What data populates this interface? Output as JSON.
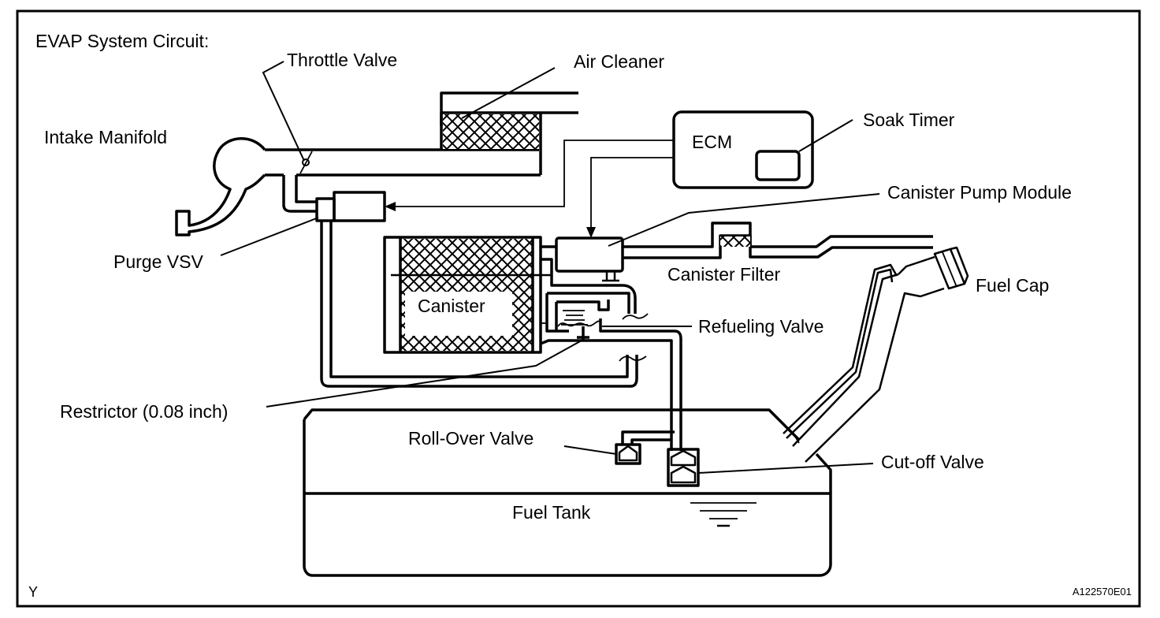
{
  "title": "EVAP System Circuit:",
  "labels": {
    "throttle_valve": "Throttle Valve",
    "air_cleaner": "Air Cleaner",
    "intake_manifold": "Intake Manifold",
    "ecm": "ECM",
    "soak_timer": "Soak Timer",
    "canister_pump_module": "Canister Pump Module",
    "purge_vsv": "Purge VSV",
    "canister_filter": "Canister Filter",
    "fuel_cap": "Fuel Cap",
    "canister": "Canister",
    "refueling_valve": "Refueling Valve",
    "restrictor": "Restrictor (0.08 inch)",
    "roll_over_valve": "Roll-Over Valve",
    "cut_off_valve": "Cut-off Valve",
    "fuel_tank": "Fuel Tank"
  },
  "footer": {
    "left_mark": "Y",
    "figure_id": "A122570E01"
  }
}
